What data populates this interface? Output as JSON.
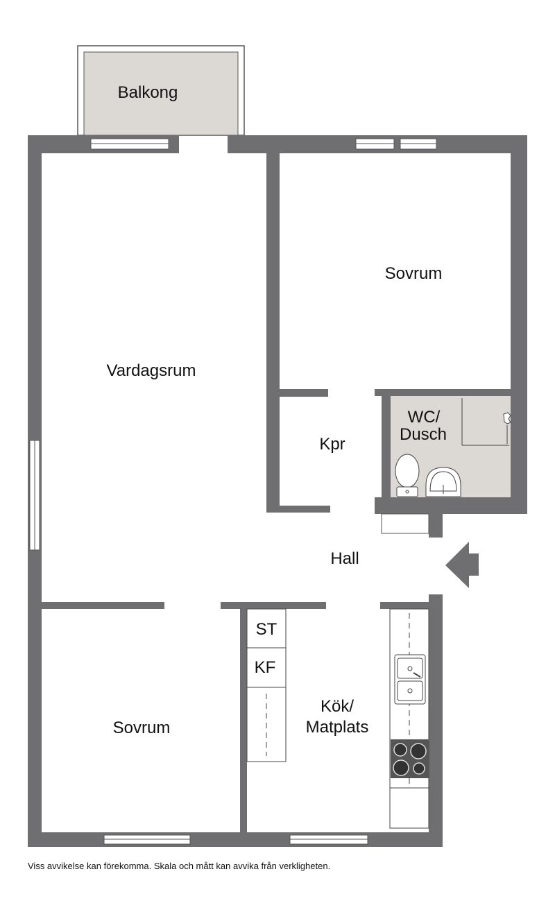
{
  "colors": {
    "wall": "#6f6f71",
    "wet_room_floor": "#dcd8d4",
    "balcony_floor": "#dcd8d4",
    "fixture_outline": "#333333",
    "entrance_arrow": "#6f6f71"
  },
  "rooms": {
    "balkong": "Balkong",
    "sovrum_top": "Sovrum",
    "vardagsrum": "Vardagsrum",
    "wc_dusch_line1": "WC/",
    "wc_dusch_line2": "Dusch",
    "kpr": "Kpr",
    "hall": "Hall",
    "kok_line1": "Kök/",
    "kok_line2": "Matplats",
    "sovrum_bottom": "Sovrum"
  },
  "fixtures": {
    "st": "ST",
    "kf": "KF"
  },
  "icons": [
    "entrance-arrow-icon",
    "toilet-icon",
    "washbasin-icon",
    "shower-icon",
    "sink-icon",
    "stove-icon"
  ],
  "disclaimer": "Viss avvikelse kan förekomma. Skala och mått kan avvika från verkligheten."
}
